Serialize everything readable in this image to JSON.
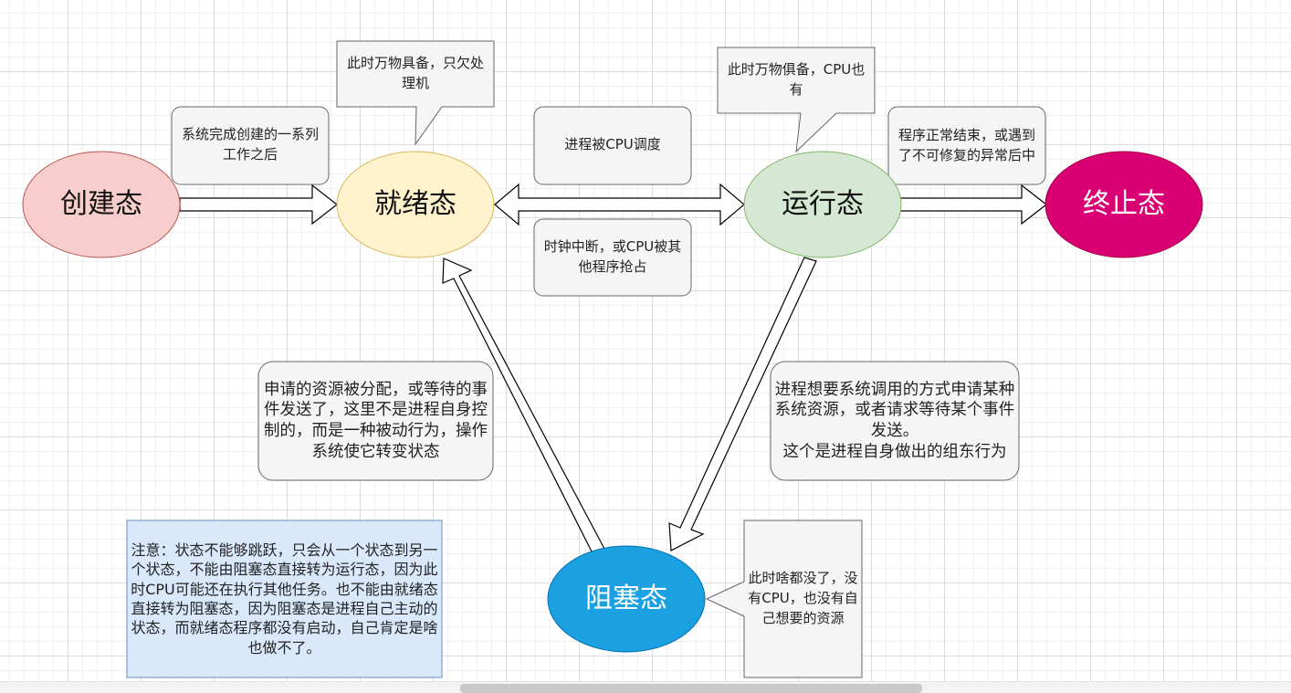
{
  "states": {
    "create": "创建态",
    "ready": "就绪态",
    "running": "运行态",
    "terminated": "终止态",
    "blocked": "阻塞态"
  },
  "callouts": {
    "create_to_ready": "系统完成创建的一系列工作之后",
    "ready_state_note": "此时万物具备，只欠处理机",
    "scheduled": "进程被CPU调度",
    "preempted": "时钟中断，或CPU被其他程序抢占",
    "running_state_note": "此时万物俱备，CPU也有",
    "normal_exit": "程序正常结束，或遇到了不可修复的异常后中",
    "blocked_to_ready": "申请的资源被分配，或等待的事件发送了，这里不是进程自身控制的，而是一种被动行为，操作系统使它转变状态",
    "running_to_blocked": "进程想要系统调用的方式申请某种系统资源，或者请求等待某个事件发送。\n这个是进程自身做出的组东行为",
    "blocked_state_note": "此时啥都没了，没有CPU，也没有自己想要的资源"
  },
  "notice": "注意：状态不能够跳跃，只会从一个状态到另一个状态，不能由阻塞态直接转为运行态，因为此时CPU可能还在执行其他任务。也不能由就绪态直接转为阻塞态，因为阻塞态是进程自己主动的状态，而就绪态程序都没有启动，自己肯定是啥也做不了。",
  "colors": {
    "create_fill": "#f8cecc",
    "create_stroke": "#b85450",
    "ready_fill": "#fff2cc",
    "ready_stroke": "#d6b656",
    "running_fill": "#d5e8d4",
    "running_stroke": "#82b366",
    "terminated_fill": "#d80073",
    "terminated_stroke": "#a50040",
    "blocked_fill": "#1ba1e2",
    "blocked_stroke": "#006eaf",
    "callout_fill": "#f5f5f5",
    "callout_stroke": "#666666",
    "note_fill": "#dae8fc",
    "note_stroke": "#6c8ebf"
  }
}
